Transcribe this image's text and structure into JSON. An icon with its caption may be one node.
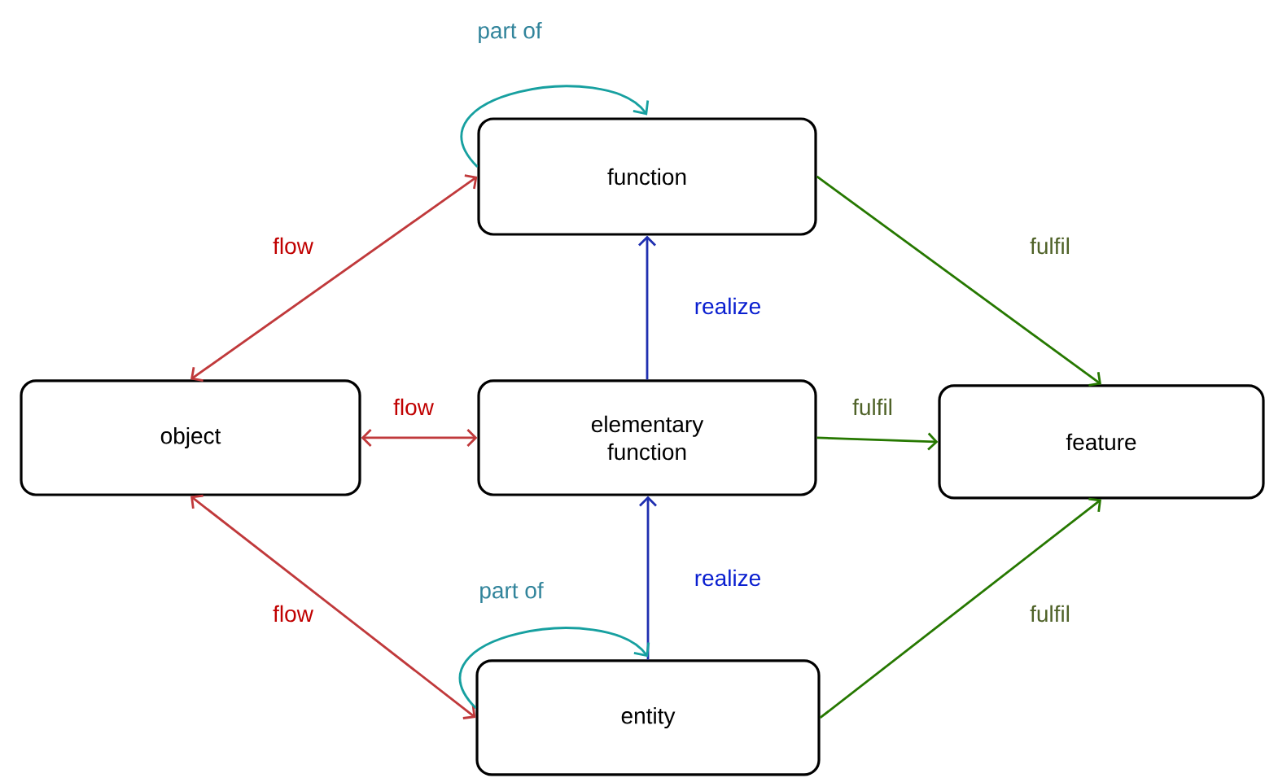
{
  "diagram": {
    "nodes": [
      {
        "text": [
          "function"
        ]
      },
      {
        "text": [
          "object"
        ]
      },
      {
        "text": [
          "elementary function"
        ]
      },
      {
        "text": [
          "feature"
        ]
      },
      {
        "text": [
          "entity"
        ]
      }
    ],
    "edges": [
      {
        "from": 0,
        "to": 0,
        "arrow": "to",
        "label": "part of",
        "color": "#17a0a0"
      },
      {
        "from": 1,
        "to": 0,
        "arrow": "both",
        "label": "flow",
        "color": "#c0393b"
      },
      {
        "from": 2,
        "to": 0,
        "arrow": "to",
        "label": "realize",
        "color": "#1f2fb0"
      },
      {
        "from": 0,
        "to": 3,
        "arrow": "to",
        "label": "fulfil",
        "color": "#267800"
      },
      {
        "from": 1,
        "to": 2,
        "arrow": "both",
        "label": "flow",
        "color": "#c0393b"
      },
      {
        "from": 2,
        "to": 3,
        "arrow": "to",
        "label": "fulfil",
        "color": "#267800"
      },
      {
        "from": 1,
        "to": 4,
        "arrow": "both",
        "label": "flow",
        "color": "#c0393b"
      },
      {
        "from": 4,
        "to": 2,
        "arrow": "to",
        "label": "realize",
        "color": "#1f2fb0"
      },
      {
        "from": 4,
        "to": 4,
        "arrow": "to",
        "label": "part of",
        "color": "#17a0a0"
      },
      {
        "from": 4,
        "to": 3,
        "arrow": "to",
        "label": "fulfil",
        "color": "#267800"
      }
    ]
  }
}
